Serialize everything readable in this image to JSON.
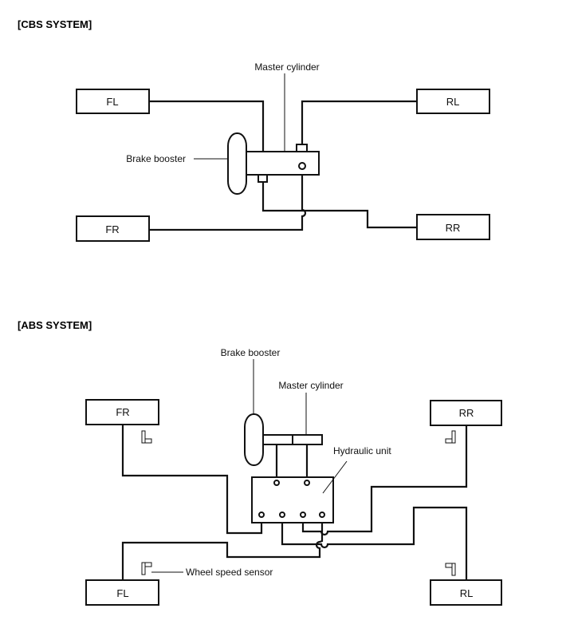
{
  "cbs": {
    "heading": "[CBS  SYSTEM]",
    "master_cylinder": "Master cylinder",
    "brake_booster": "Brake booster",
    "wheels": {
      "fl": "FL",
      "fr": "FR",
      "rl": "RL",
      "rr": "RR"
    }
  },
  "abs": {
    "heading": "[ABS  SYSTEM]",
    "brake_booster": "Brake booster",
    "master_cylinder": "Master cylinder",
    "hydraulic_unit": "Hydraulic unit",
    "wheel_speed_sensor": "Wheel speed sensor",
    "wheels": {
      "fr": "FR",
      "rr": "RR",
      "fl": "FL",
      "rl": "RL"
    }
  }
}
